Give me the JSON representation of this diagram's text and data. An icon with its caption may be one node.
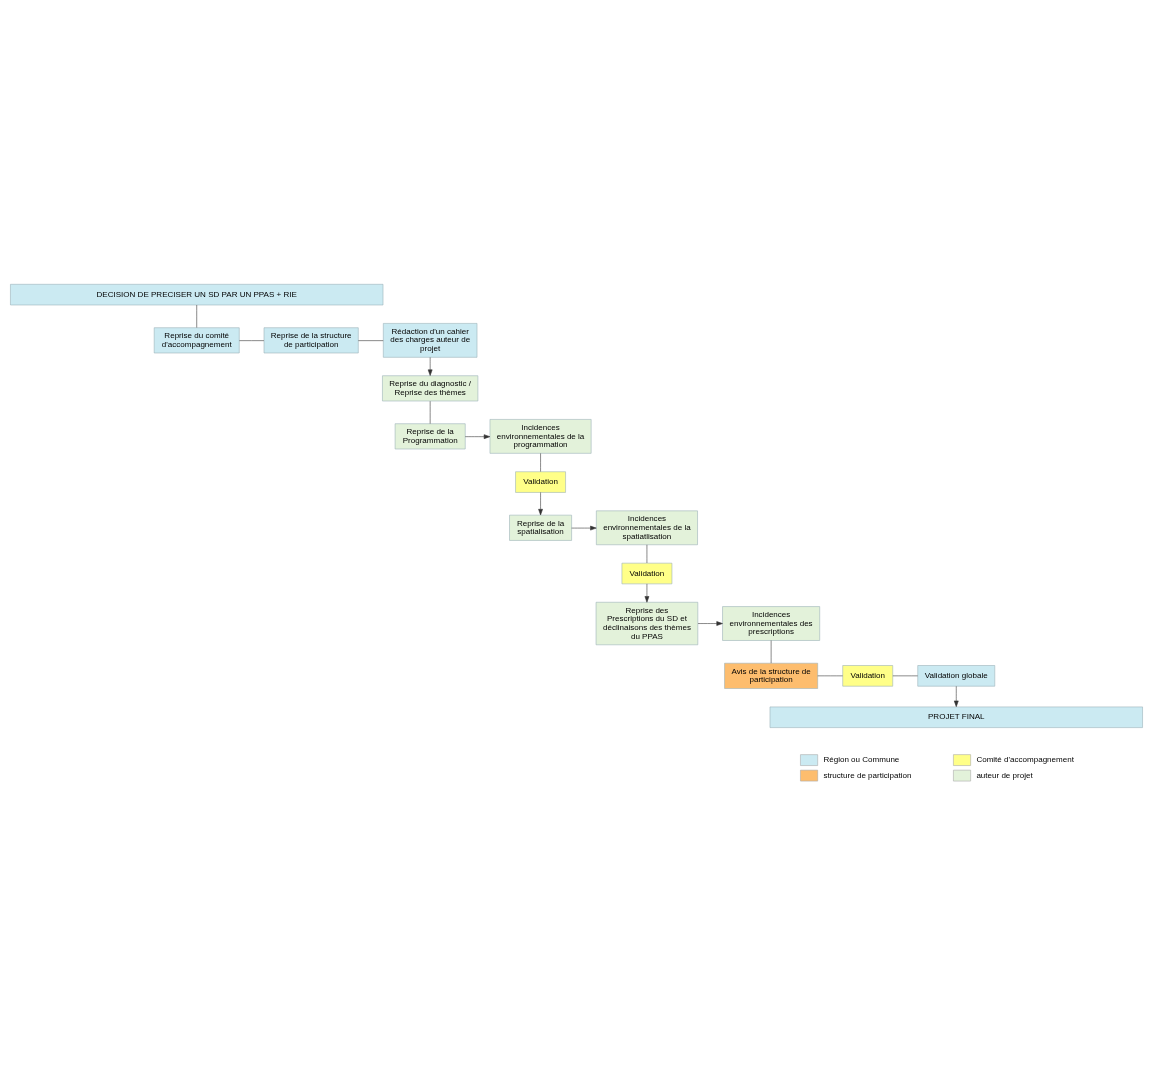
{
  "diagram": {
    "nodes": [
      {
        "text": [
          "DECISION DE PRECISER UN SD PAR UN PPAS + RIE"
        ]
      },
      {
        "text": [
          "Reprise du comité d'accompagnement"
        ]
      },
      {
        "text": [
          "Reprise de la structure de participation"
        ]
      },
      {
        "text": [
          "Rédaction d'un cahier des charges auteur de projet"
        ]
      },
      {
        "text": [
          "Reprise du diagnostic / Reprise des thèmes"
        ]
      },
      {
        "text": [
          "Reprise de la Programmation"
        ]
      },
      {
        "text": [
          "Incidences environnementales de la programmation"
        ]
      },
      {
        "text": [
          "Validation"
        ]
      },
      {
        "text": [
          "Reprise de la spatialisation"
        ]
      },
      {
        "text": [
          "Incidences environnementales de la spatiatlisation"
        ]
      },
      {
        "text": [
          "Validation"
        ]
      },
      {
        "text": [
          "Reprise des Prescriptions du SD et déclinaisons des thèmes du PPAS"
        ]
      },
      {
        "text": [
          "Incidences environnementales des prescriptions"
        ]
      },
      {
        "text": [
          "Validation globale"
        ]
      },
      {
        "text": [
          "Validation"
        ]
      },
      {
        "text": [
          "Avis de la structure de participation"
        ]
      },
      {
        "text": [
          "PROJET FINAL"
        ]
      }
    ],
    "edges": [
      {
        "from": 0,
        "to": 1,
        "arrow": "none"
      },
      {
        "from": 1,
        "to": 2,
        "arrow": "none"
      },
      {
        "from": 2,
        "to": 3,
        "arrow": "none"
      },
      {
        "from": 3,
        "to": 4,
        "arrow": "to"
      },
      {
        "from": 4,
        "to": 5,
        "arrow": "none"
      },
      {
        "from": 5,
        "to": 6,
        "arrow": "to"
      },
      {
        "from": 6,
        "to": 7,
        "arrow": "none"
      },
      {
        "from": 7,
        "to": 8,
        "arrow": "to"
      },
      {
        "from": 8,
        "to": 9,
        "arrow": "to"
      },
      {
        "from": 9,
        "to": 10,
        "arrow": "none"
      },
      {
        "from": 10,
        "to": 11,
        "arrow": "to"
      },
      {
        "from": 11,
        "to": 12,
        "arrow": "to"
      },
      {
        "from": 12,
        "to": 15,
        "arrow": "none"
      },
      {
        "from": 15,
        "to": 14,
        "arrow": "none"
      },
      {
        "from": 14,
        "to": 13,
        "arrow": "none"
      },
      {
        "from": 13,
        "to": 16,
        "arrow": "to"
      }
    ],
    "legend": [
      {
        "text": "Région ou Commune",
        "color": "#cbeaf2"
      },
      {
        "text": "Comité d'accompagnement",
        "color": "#ffff88"
      },
      {
        "text": "structure de participation",
        "color": "#fdbd6e"
      },
      {
        "text": "auteur de projet",
        "color": "#e3f2da"
      }
    ]
  }
}
